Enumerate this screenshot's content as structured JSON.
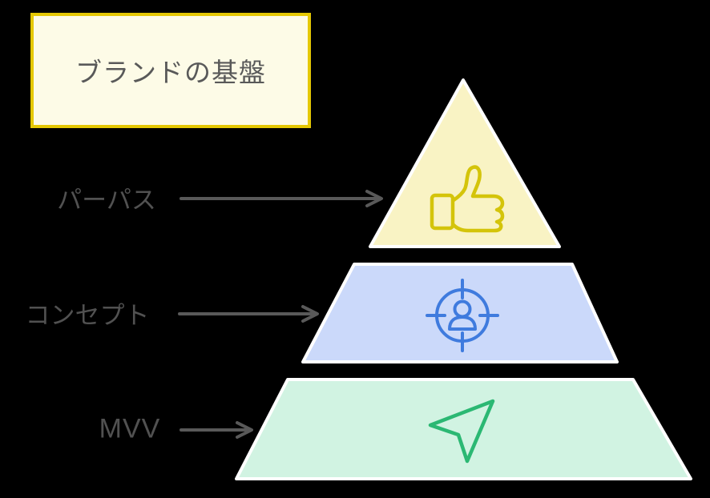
{
  "title_box": {
    "label": "ブランドの基盤",
    "fill_color": "#FDFBE7",
    "border_color": "#E5C804"
  },
  "pyramid": {
    "layers": [
      {
        "label": "パーパス",
        "icon": "thumbs-up-icon",
        "fill_color": "#F9F3C4",
        "icon_color": "#D4C40A"
      },
      {
        "label": "コンセプト",
        "icon": "person-target-icon",
        "fill_color": "#CBD9FA",
        "icon_color": "#3F7BDE"
      },
      {
        "label": "MVV",
        "icon": "navigation-arrow-icon",
        "fill_color": "#D1F3E2",
        "icon_color": "#2BB873"
      }
    ],
    "outline_color": "#FFFFFF"
  },
  "connectors": {
    "arrow_color": "#595959",
    "count": 3
  },
  "colors": {
    "background": "#000000",
    "label_text": "#515151"
  }
}
